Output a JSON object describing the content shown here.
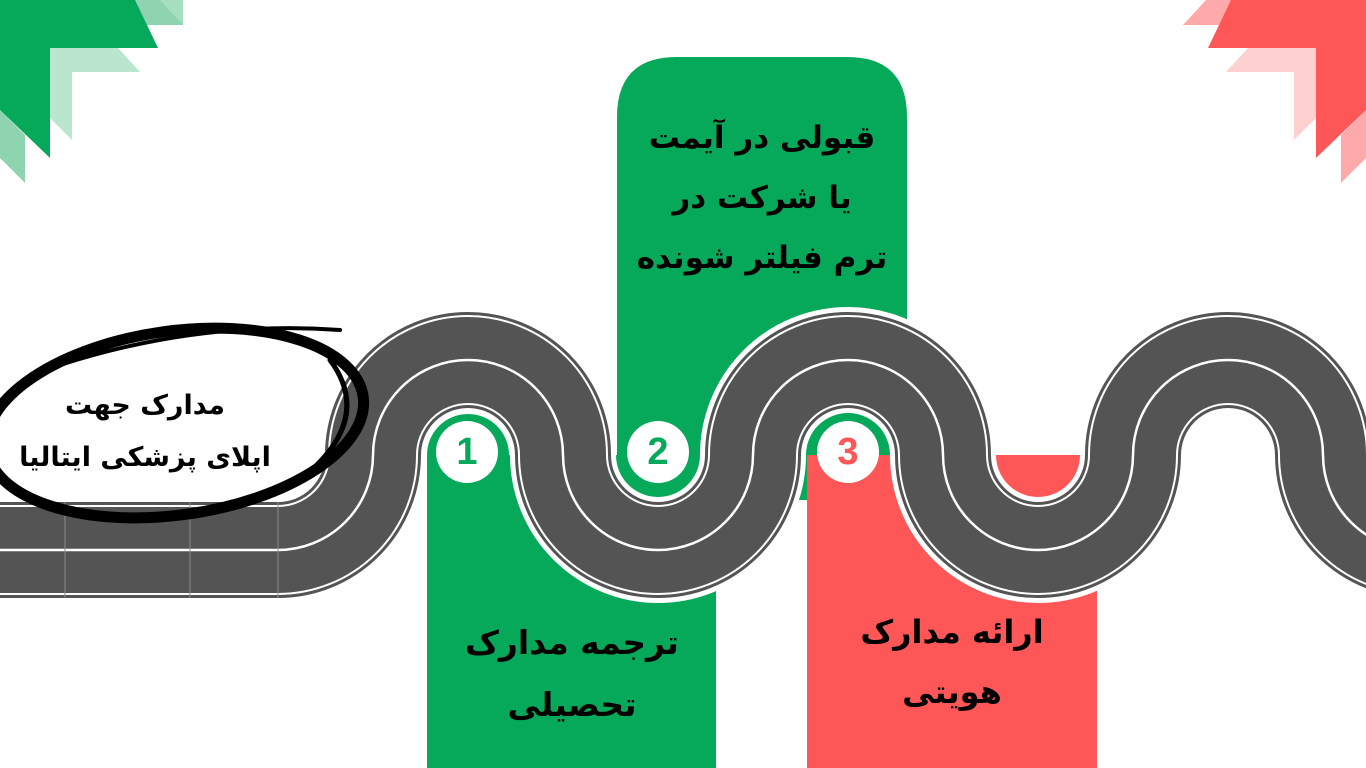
{
  "title": "مدارک جهت اپلای پزشکی ایتالیا",
  "start": {
    "lines": [
      "مدارک جهت",
      "اپلای پزشکی ایتالیا"
    ]
  },
  "steps": [
    {
      "number": "1",
      "color": "#06a85a",
      "position": "bottom",
      "lines": [
        "ترجمه مدارک",
        "تحصیلی"
      ]
    },
    {
      "number": "2",
      "color": "#06a85a",
      "position": "top",
      "lines": [
        "قبولی در آیمت",
        "یا شرکت در",
        "ترم فیلتر شونده"
      ]
    },
    {
      "number": "3",
      "color": "#ff5757",
      "position": "bottom",
      "lines": [
        "ارائه مدارک",
        "هویتی"
      ]
    }
  ],
  "colors": {
    "green": "#06a85a",
    "green_light": "#8fd4b0",
    "red": "#ff5757",
    "red_light": "#ffb3b3",
    "road": "#545454",
    "road_line": "#ffffff",
    "background": "#ffffff"
  },
  "decorations": {
    "top_left": "green-corner-chevrons",
    "top_right": "red-corner-chevrons",
    "start_marker": "hand-drawn-black-ellipse"
  }
}
